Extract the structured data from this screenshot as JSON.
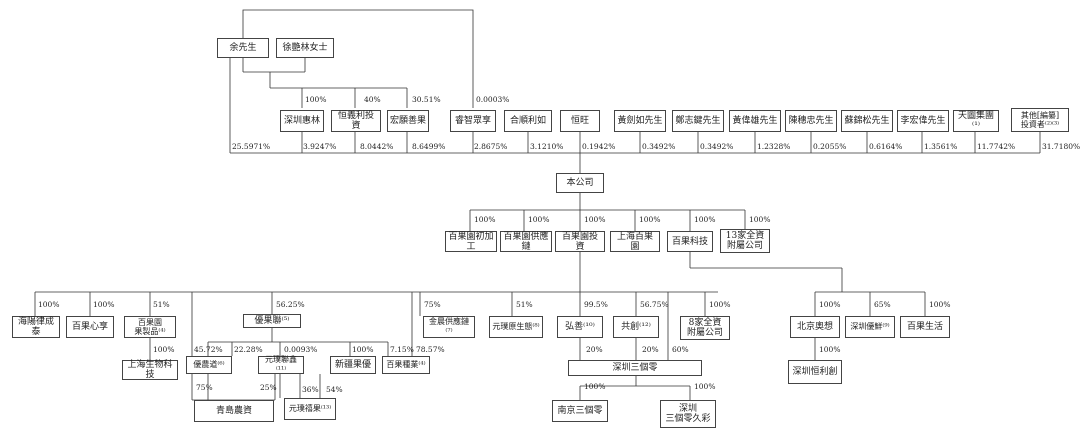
{
  "nodes": {
    "yu": "余先生",
    "xu": "徐艷林女士",
    "huilin": "深圳惠林",
    "hengyi": "恒義利投資",
    "hongyuan": "宏願善果",
    "ruizhi": "睿智眾享",
    "heshun": "合順利如",
    "hengwang": "恒旺",
    "huang1": "黃劍如先生",
    "zheng": "鄭志鍵先生",
    "huang2": "黃偉雄先生",
    "chen": "陳穗忠先生",
    "su": "蘇錦松先生",
    "li": "李宏偉先生",
    "tiantu": "天圖集團⁽¹⁾",
    "others": "其他[編纂]\n投資者⁽²⁾⁽³⁾",
    "company": "本公司",
    "bgy_agri": "百果園初加工",
    "bgy_supply": "百果園供應鏈",
    "bgy_invest": "百果園投資",
    "sh_bgy": "上海百果園",
    "bgy_tech": "百果科技",
    "sub13": "13家全資\n附屬公司",
    "hy_lv": "海陽律成泰",
    "bgy_xinxiang": "百果心享",
    "bgy_pharma": "百果園\n果製品⁽⁴⁾",
    "sh_bio": "上海生物科技",
    "youguolian": "優果聯⁽⁵⁾",
    "jinchen": "金晨供應鏈⁽⁷⁾",
    "yuanpu": "元璞原生態⁽⁸⁾",
    "hongxin": "弘善⁽¹⁰⁾",
    "gongchuang": "共創⁽¹²⁾",
    "sub8": "8家全資\n附屬公司",
    "bj_aoxiang": "北京奧想",
    "sz_youxian": "深圳優鮮⁽⁹⁾",
    "bgy_life": "百果生活",
    "youchuang": "優農道⁽⁶⁾",
    "yuanpu_lian": "元璞聯鑫⁽¹¹⁾",
    "xinjiang": "新疆果優",
    "bgy_seed": "百果種業⁽⁴⁾",
    "qd_agri": "青島農資",
    "yuanpu_guo": "元璞禧果⁽¹³⁾",
    "sz_three": "深圳三個零",
    "nj_three": "南京三個零",
    "sz_three2": "深圳\n三個零久彩",
    "sz_hengli": "深圳恒利創"
  },
  "labels": {
    "p_huilin": "100%",
    "p_hengyi": "40%",
    "p_hongyuan": "30.51%",
    "p_ruizhi": "0.0003%",
    "s_yu": "25.5971%",
    "s_huilin": "3.9247%",
    "s_hengyi": "8.0442%",
    "s_hongyuan": "8.6499%",
    "s_ruizhi": "2.8675%",
    "s_heshun": "3.1210%",
    "s_hengwang": "0.1942%",
    "s_huang1": "0.3492%",
    "s_zheng": "0.3492%",
    "s_huang2": "1.2328%",
    "s_chen": "0.2055%",
    "s_su": "0.6164%",
    "s_li": "1.3561%",
    "s_tiantu": "11.7742%",
    "s_others": "31.7180%",
    "c1": "100%",
    "c2": "100%",
    "c3": "100%",
    "c4": "100%",
    "c5": "100%",
    "c6": "100%",
    "a1": "100%",
    "a2": "100%",
    "a3": "51%",
    "a4": "100%",
    "a5": "56.25%",
    "a6": "75%",
    "a7": "51%",
    "a8": "99.5%",
    "a9": "56.75%",
    "a10": "100%",
    "t1": "100%",
    "t2": "65%",
    "t3": "100%",
    "t4": "100%",
    "y1": "45.72%",
    "y2": "22.28%",
    "y3": "0.0093%",
    "y4": "100%",
    "y5": "7.15%",
    "y6": "78.57%",
    "y7": "75%",
    "y8": "25%",
    "y9": "36%",
    "y10": "54%",
    "h1": "20%",
    "h2": "20%",
    "h3": "60%",
    "z1": "100%",
    "z2": "100%"
  }
}
